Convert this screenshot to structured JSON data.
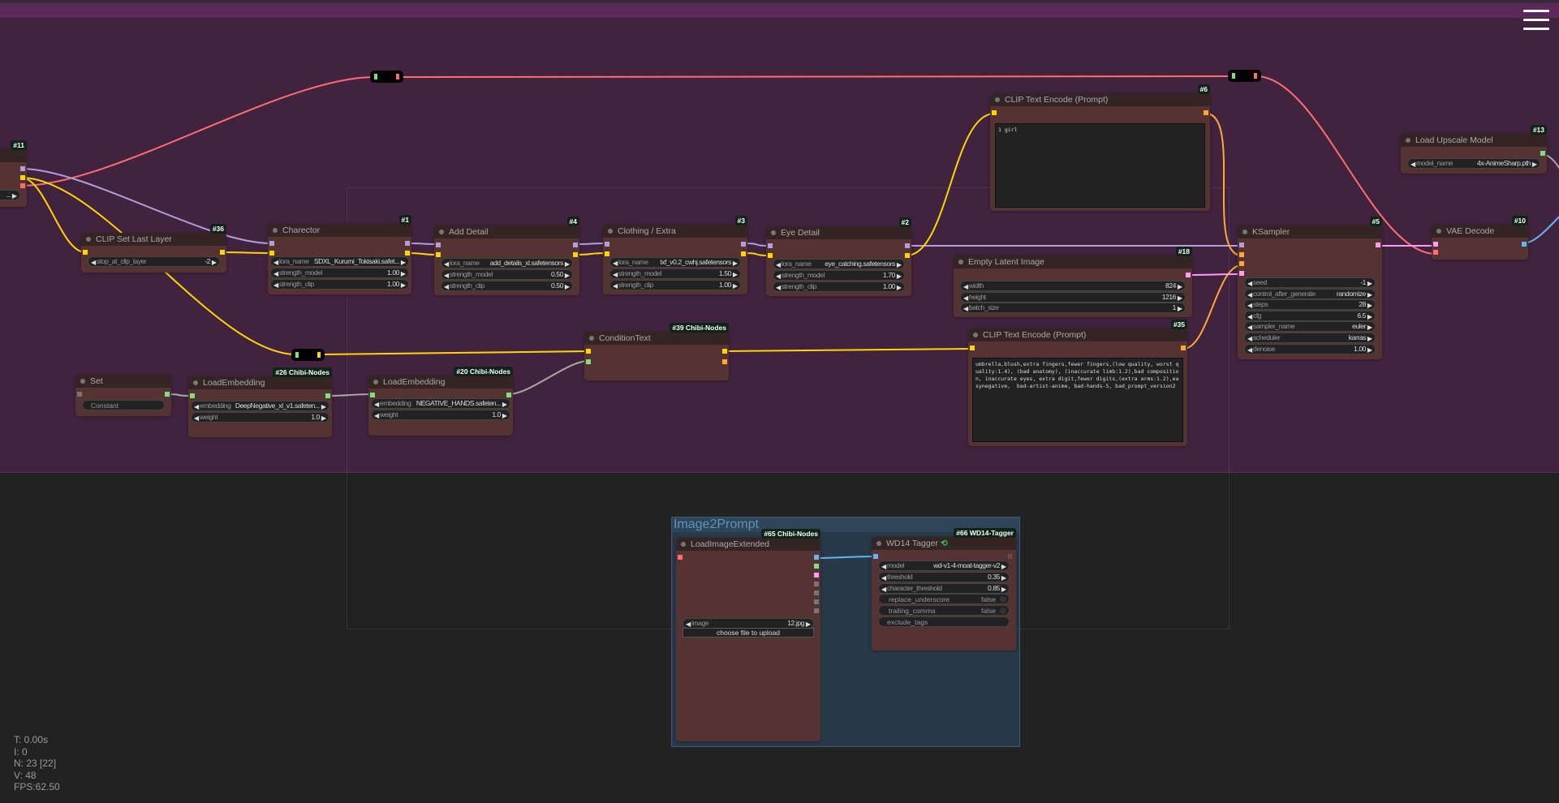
{
  "stats": {
    "t": "T: 0.00s",
    "i": "I: 0",
    "n": "N: 23 [22]",
    "v": "V: 48",
    "fps": "FPS:62.50"
  },
  "groups": {
    "image2prompt": "Image2Prompt"
  },
  "slot_colors": {
    "L": "#b39ddb",
    "C": "#ffd500",
    "V": "#ff6e6e",
    "O": "#ffa931",
    "P": "#ff9cf9",
    "B": "#64b5f6",
    "G": "#7fe07f",
    "X": "#777777"
  },
  "nodes": [
    {
      "badge": "#11",
      "title": "",
      "widgets": [
        {
          "kind": "combo",
          "label": "",
          "value": "..."
        }
      ]
    },
    {
      "badge": "#36",
      "title": "CLIP Set Last Layer",
      "widgets": [
        {
          "kind": "combo",
          "label": "stop_at_clip_layer",
          "value": "-2"
        }
      ]
    },
    {
      "badge": "#1",
      "title": "Charector",
      "widgets": [
        {
          "kind": "combo",
          "label": "lora_name",
          "value": "SDXL_Kurumi_Tokisaki.safet..."
        },
        {
          "kind": "combo",
          "label": "strength_model",
          "value": "1.00"
        },
        {
          "kind": "combo",
          "label": "strength_clip",
          "value": "1.00"
        }
      ]
    },
    {
      "badge": "#4",
      "title": "Add Detail",
      "widgets": [
        {
          "kind": "combo",
          "label": "lora_name",
          "value": "add_details_xl.safetensors"
        },
        {
          "kind": "combo",
          "label": "strength_model",
          "value": "0.50"
        },
        {
          "kind": "combo",
          "label": "strength_clip",
          "value": "0.50"
        }
      ]
    },
    {
      "badge": "#3",
      "title": "Clothing / Extra",
      "widgets": [
        {
          "kind": "combo",
          "label": "lora_name",
          "value": "lxf_v0.2_cwhj.safetensors"
        },
        {
          "kind": "combo",
          "label": "strength_model",
          "value": "1.50"
        },
        {
          "kind": "combo",
          "label": "strength_clip",
          "value": "1.00"
        }
      ]
    },
    {
      "badge": "#2",
      "title": "Eye Detail",
      "widgets": [
        {
          "kind": "combo",
          "label": "lora_name",
          "value": "eye_catching.safetensors"
        },
        {
          "kind": "combo",
          "label": "strength_model",
          "value": "1.70"
        },
        {
          "kind": "combo",
          "label": "strength_clip",
          "value": "1.00"
        }
      ]
    },
    {
      "badge": "#6",
      "title": "CLIP Text Encode (Prompt)",
      "text": "1 girl",
      "widgets": []
    },
    {
      "badge": "#13",
      "title": "Load Upscale Model",
      "widgets": [
        {
          "kind": "combo",
          "label": "model_name",
          "value": "4x-AnimeSharp.pth"
        }
      ]
    },
    {
      "badge": "#5",
      "title": "KSampler",
      "widgets": [
        {
          "kind": "combo",
          "label": "seed",
          "value": "-1"
        },
        {
          "kind": "combo",
          "label": "control_after_generate",
          "value": "randomize"
        },
        {
          "kind": "combo",
          "label": "steps",
          "value": "28"
        },
        {
          "kind": "combo",
          "label": "cfg",
          "value": "6.5"
        },
        {
          "kind": "combo",
          "label": "sampler_name",
          "value": "euler"
        },
        {
          "kind": "combo",
          "label": "scheduler",
          "value": "karras"
        },
        {
          "kind": "combo",
          "label": "denoise",
          "value": "1.00"
        }
      ]
    },
    {
      "badge": "#10",
      "title": "VAE Decode",
      "widgets": []
    },
    {
      "badge": "#18",
      "title": "Empty Latent Image",
      "widgets": [
        {
          "kind": "combo",
          "label": "width",
          "value": "824"
        },
        {
          "kind": "combo",
          "label": "height",
          "value": "1216"
        },
        {
          "kind": "combo",
          "label": "batch_size",
          "value": "1"
        }
      ]
    },
    {
      "badge": "#35",
      "title": "CLIP Text Encode (Prompt)",
      "text": "umbrella,blush,extra fingers,fewer fingers,(low quality, worst quality:1.4), (bad anatomy), (inaccurate limb:1.2),bad composition, inaccurate eyes, extra digit,fewer digits,(extra arms:1.2),easynegative,  bad-artist-anime, bad-hands-5, bad_prompt_version2",
      "widgets": []
    },
    {
      "badge": "#39 Chibi-Nodes",
      "title": "ConditionText",
      "widgets": []
    },
    {
      "badge": "",
      "title": "Set",
      "widgets": [
        {
          "kind": "text",
          "label": "Constant",
          "value": ""
        }
      ]
    },
    {
      "badge": "#26 Chibi-Nodes",
      "title": "LoadEmbedding",
      "widgets": [
        {
          "kind": "combo",
          "label": "embedding",
          "value": "DeepNegative_xl_v1.safeten..."
        },
        {
          "kind": "combo",
          "label": "weight",
          "value": "1.0"
        }
      ]
    },
    {
      "badge": "#20 Chibi-Nodes",
      "title": "LoadEmbedding",
      "widgets": [
        {
          "kind": "combo",
          "label": "embedding",
          "value": "NEGATIVE_HANDS.safeten..."
        },
        {
          "kind": "combo",
          "label": "weight",
          "value": "1.0"
        }
      ]
    },
    {
      "badge": "#65 Chibi-Nodes",
      "title": "LoadImageExtended",
      "widgets": [
        {
          "kind": "combo",
          "label": "image",
          "value": "12.jpg"
        },
        {
          "kind": "button",
          "label": "choose file to upload",
          "value": ""
        }
      ]
    },
    {
      "badge": "#66 WD14-Tagger",
      "title": "WD14 Tagger",
      "title_icon": "link-icon",
      "widgets": [
        {
          "kind": "combo",
          "label": "model",
          "value": "wd-v1-4-moat-tagger-v2"
        },
        {
          "kind": "combo",
          "label": "threshold",
          "value": "0.35"
        },
        {
          "kind": "combo",
          "label": "character_threshold",
          "value": "0.85"
        },
        {
          "kind": "toggle",
          "label": "replace_underscore",
          "value": "false"
        },
        {
          "kind": "toggle",
          "label": "trailing_comma",
          "value": "false"
        },
        {
          "kind": "text",
          "label": "exclude_tags",
          "value": ""
        }
      ]
    }
  ]
}
